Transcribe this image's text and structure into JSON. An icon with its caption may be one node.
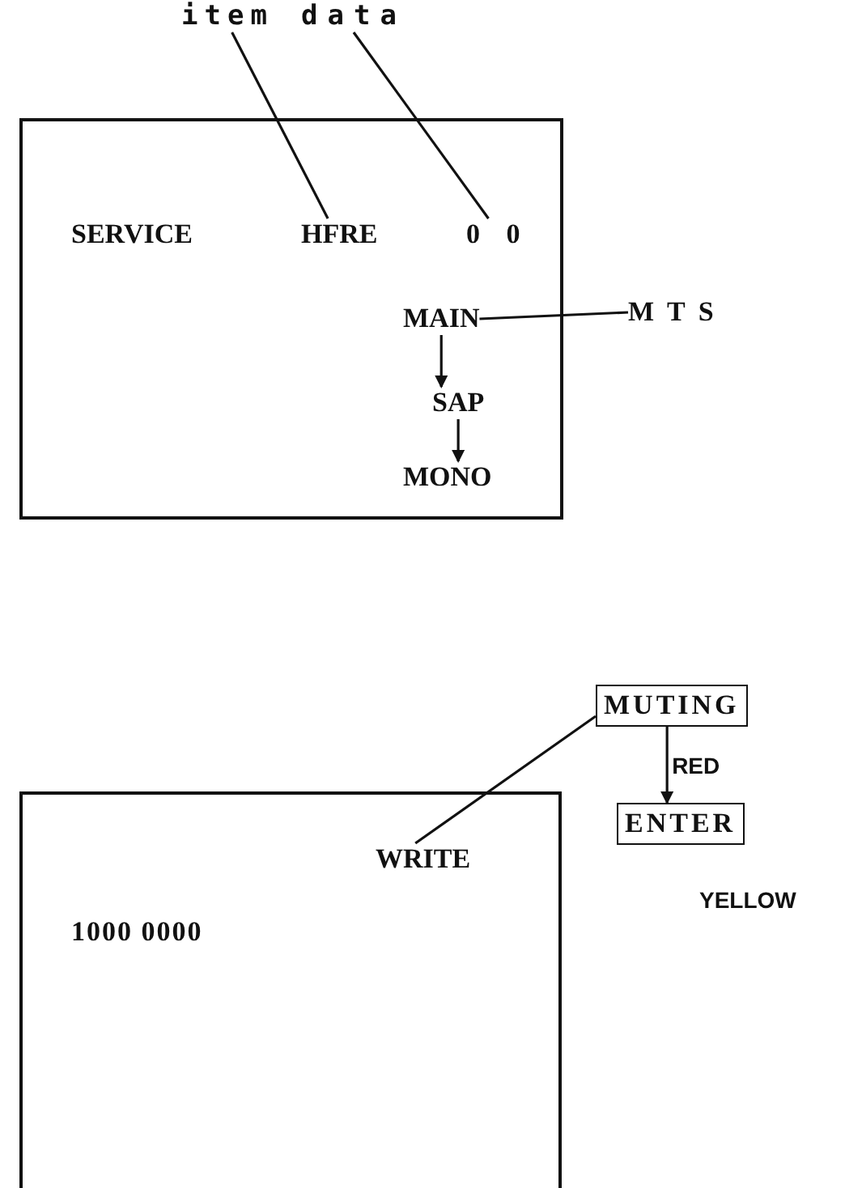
{
  "diagram": {
    "nodes": [
      {
        "text": [],
        "shape": "box"
      },
      {
        "text": [
          "item"
        ]
      },
      {
        "text": [
          "data"
        ]
      },
      {
        "text": [
          "HFRE"
        ],
        "in": 0
      },
      {
        "text": [
          "0 0"
        ],
        "in": 0
      },
      {
        "text": [
          "MAIN"
        ],
        "in": 0
      },
      {
        "text": [
          "SAP"
        ],
        "in": 0
      },
      {
        "text": [
          "MONO"
        ],
        "in": 0
      },
      {
        "text": [
          "MTS"
        ]
      },
      {
        "text": [],
        "shape": "box"
      },
      {
        "text": [
          "MUTING"
        ]
      },
      {
        "text": [
          "ENTER"
        ]
      },
      {
        "text": [
          "WRITE"
        ],
        "in": 9
      }
    ],
    "edges": [
      {
        "from": 1,
        "to": 3,
        "arrow": "none"
      },
      {
        "from": 2,
        "to": 4,
        "arrow": "none"
      },
      {
        "from": 5,
        "to": 8,
        "arrow": "none"
      },
      {
        "from": 5,
        "to": 6,
        "arrow": "to"
      },
      {
        "from": 6,
        "to": 7,
        "arrow": "to"
      },
      {
        "from": 10,
        "to": 12,
        "arrow": "none"
      },
      {
        "from": 10,
        "to": 11,
        "arrow": "to",
        "label": "RED"
      }
    ],
    "labels": [
      "SERVICE",
      "1000 0000",
      "YELLOW"
    ]
  }
}
